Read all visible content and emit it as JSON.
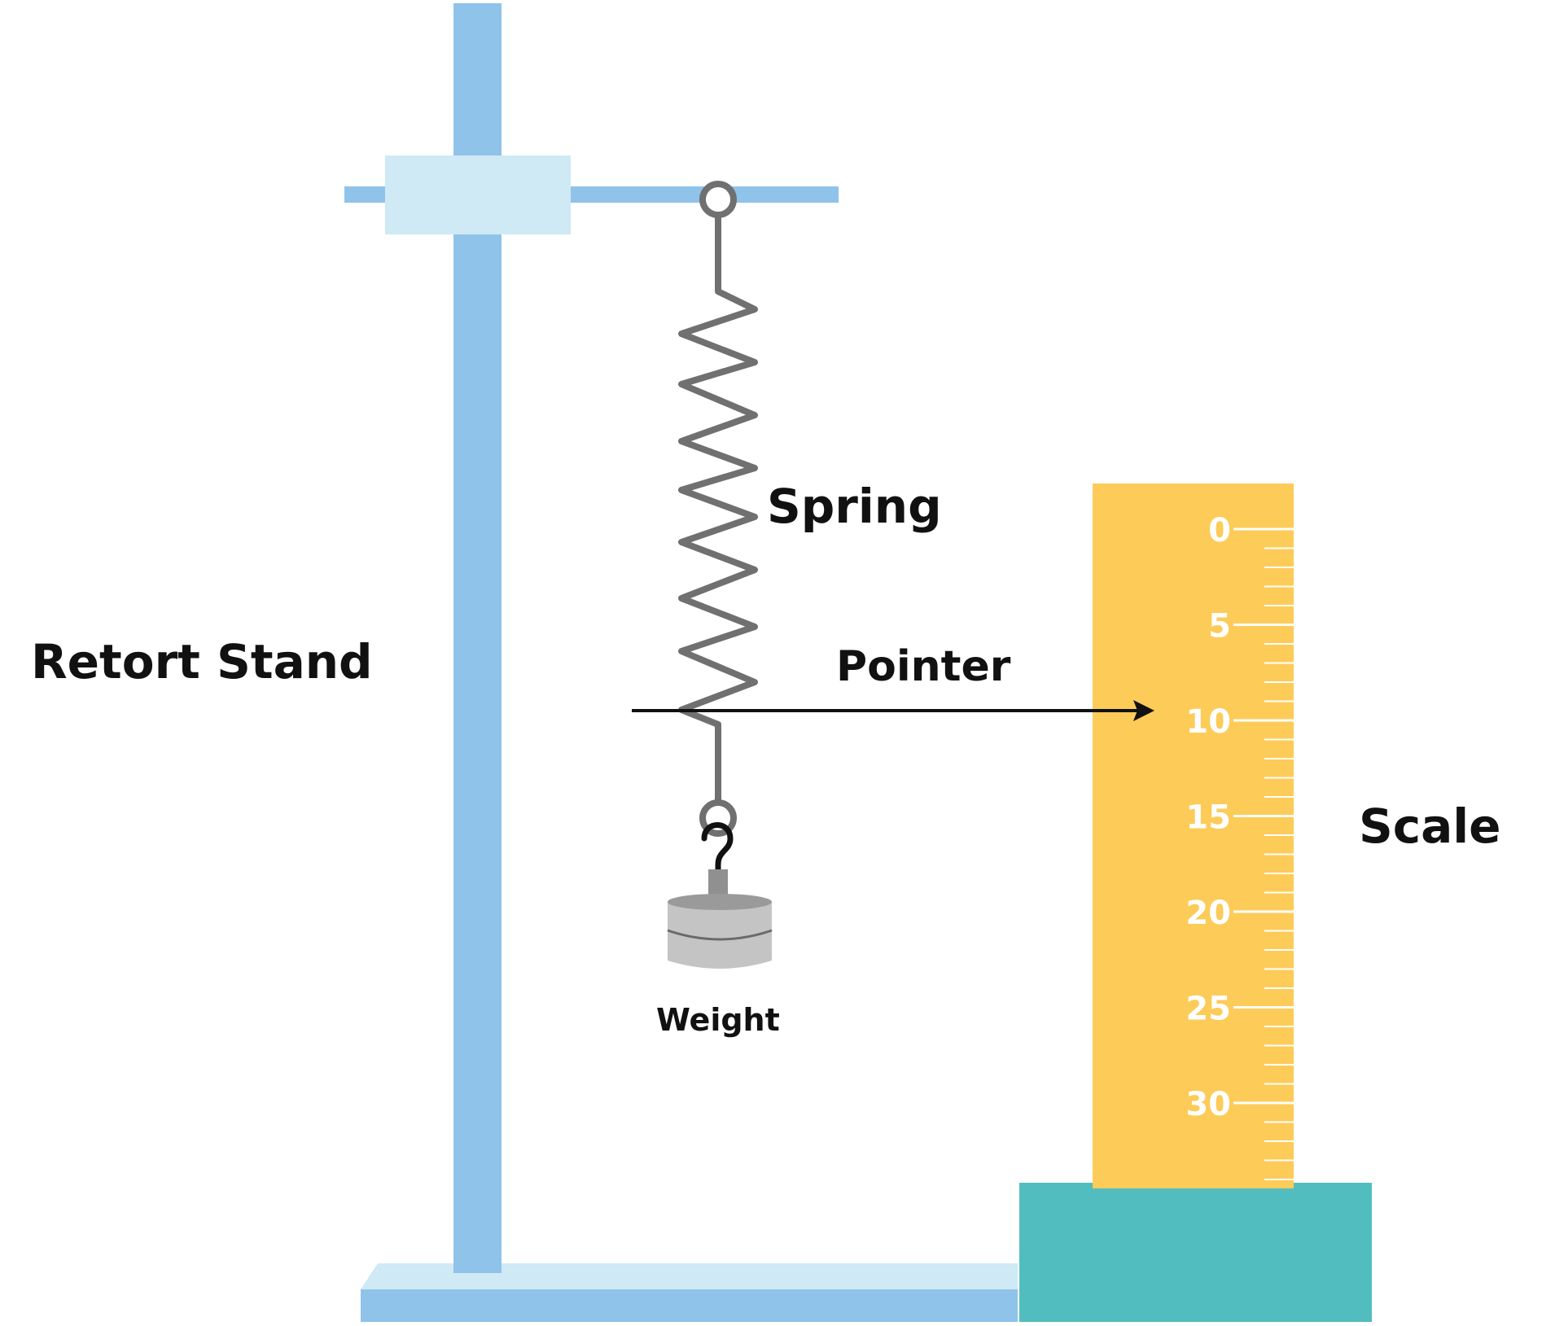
{
  "labels": {
    "retort_stand": "Retort Stand",
    "spring": "Spring",
    "pointer": "Pointer",
    "weight": "Weight",
    "scale": "Scale"
  },
  "scale": {
    "tick_labels": [
      "0",
      "5",
      "10",
      "15",
      "20",
      "25",
      "30"
    ],
    "minor_ticks_per_major": 5,
    "pointer_reading": 10
  },
  "colors": {
    "stand": "#8fc3ea",
    "clamp": "#cfe9f5",
    "spring": "#707070",
    "ruler": "#fdcb58",
    "ruler_base": "#52bdbf",
    "weight": "#c4c4c4",
    "text": "#111111",
    "tick": "#ffffff"
  }
}
